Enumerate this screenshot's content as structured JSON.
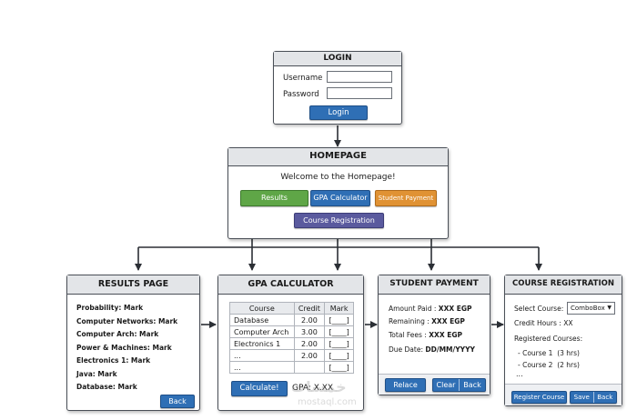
{
  "login": {
    "title": "LOGIN",
    "username_label": "Username",
    "password_label": "Password",
    "button": "Login"
  },
  "homepage": {
    "title": "HOMEPAGE",
    "welcome": "Welcome to the Homepage!",
    "buttons": {
      "results": "Results",
      "gpa": "GPA Calculator",
      "payment": "Student Payment",
      "registration": "Course Registration"
    }
  },
  "results": {
    "title": "RESULTS PAGE",
    "items": [
      "Probability: Mark",
      "Computer Networks: Mark",
      "Computer Arch: Mark",
      "Power & Machines: Mark",
      "Electronics 1: Mark",
      "Java: Mark",
      "Database: Mark"
    ],
    "back": "Back"
  },
  "gpa": {
    "title": "GPA CALCULATOR",
    "headers": [
      "Course",
      "Credit",
      "Mark"
    ],
    "rows": [
      [
        "Database",
        "2.00",
        "[____]"
      ],
      [
        "Computer Arch",
        "3.00",
        "[____]"
      ],
      [
        "Electronics 1",
        "2.00",
        "[____]"
      ],
      [
        "...",
        "2.00",
        "[____]"
      ],
      [
        "...",
        "",
        "[____]"
      ]
    ],
    "calculate": "Calculate!",
    "result": "GPA: X.XX"
  },
  "payment": {
    "title": "STUDENT PAYMENT",
    "amount_label": "Amount Paid :",
    "amount_value": "XXX EGP",
    "remaining_label": "Remaining :",
    "remaining_value": "XXX EGP",
    "fees_label": "Total Fees :",
    "fees_value": "XXX EGP",
    "due_label": "Due Date:",
    "due_value": "DD/MM/YYYY",
    "buttons": {
      "replace": "Relace",
      "clear": "Clear",
      "back": "Back"
    }
  },
  "registration": {
    "title": "COURSE REGISTRATION",
    "select_label": "Select Course:",
    "combo_value": "ComboBox",
    "credit_label": "Credit Hours :",
    "credit_value": "XX",
    "registered_label": "Registered Courses:",
    "courses": [
      "- Course 1  (3 hrs)",
      "- Course 2  (2 hrs)"
    ],
    "more": "...",
    "buttons": {
      "register": "Register Course",
      "save": "Save",
      "back": "Back"
    }
  },
  "watermark": {
    "main": "خمسات",
    "sub": "mostaql.com"
  },
  "colors": {
    "blue": "#2f6fb5",
    "green": "#5fa647",
    "orange": "#e09234",
    "purple": "#5a5a9e",
    "border": "#4a4f57",
    "header": "#e3e5e8"
  }
}
